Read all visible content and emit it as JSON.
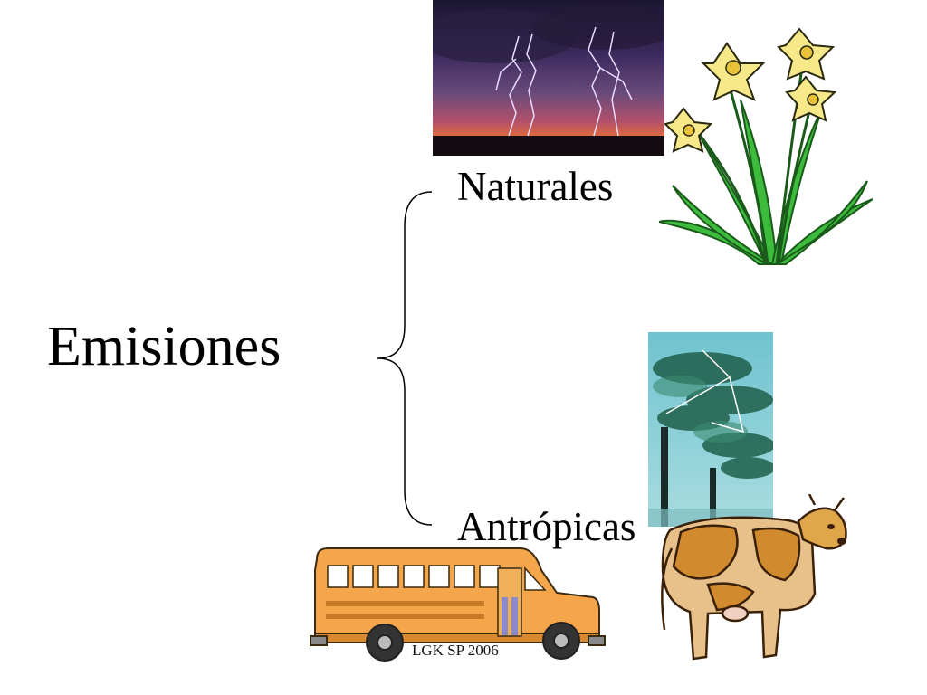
{
  "slide": {
    "title": "Emisiones",
    "branches": [
      {
        "label": "Naturales"
      },
      {
        "label": "Antrópicas"
      }
    ],
    "credit": "LGK SP 2006"
  },
  "colors": {
    "text": "#000000",
    "bus_body": "#f5a64a",
    "cow_body": "#e0a64a",
    "plant_green": "#3dbb3d",
    "flower_yellow": "#f7e98a"
  },
  "icons": [
    "lightning-storm-photo",
    "daffodil-plant-illustration",
    "smokestack-pollution-photo",
    "school-bus-illustration",
    "cow-illustration",
    "curly-brace"
  ]
}
